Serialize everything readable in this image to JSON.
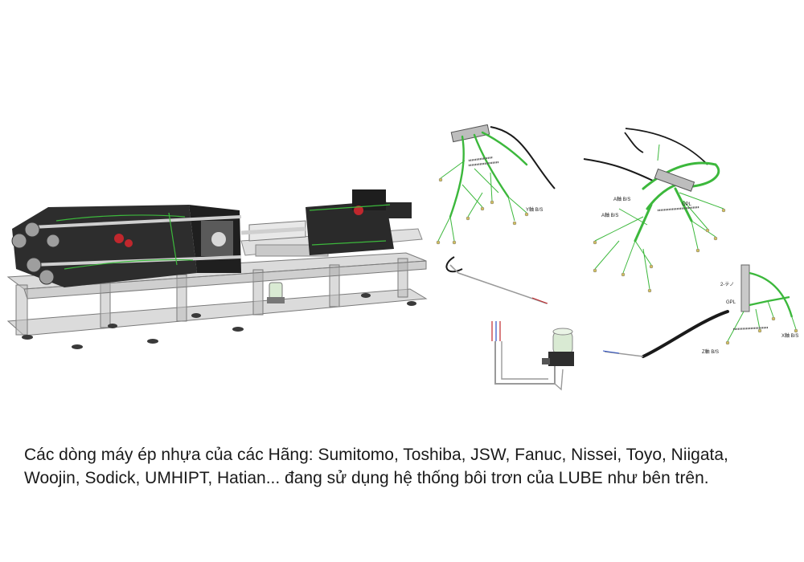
{
  "caption": "Các dòng máy ép nhựa của các Hãng: Sumitomo, Toshiba, JSW, Fanuc, Nissei, Toyo, Niigata, Woojin, Sodick, UMHIPT, Hatian... đang sử dụng hệ thống bôi trơn của LUBE như bên trên.",
  "labels": {
    "y_bs": "Y軸 B/S",
    "a_bs_1": "A軸 B/S",
    "a_bs_2": "A軸 B/S",
    "gpl": "GPL",
    "gpl_2": "GPL",
    "z_bs": "Z軸 B/S",
    "x_bs": "X軸 B/S"
  },
  "colors": {
    "grease_line": "#3cb83c",
    "frame": "#9a9a9a",
    "hose": "#1a1a1a",
    "caption_text": "#1a1a1a"
  }
}
